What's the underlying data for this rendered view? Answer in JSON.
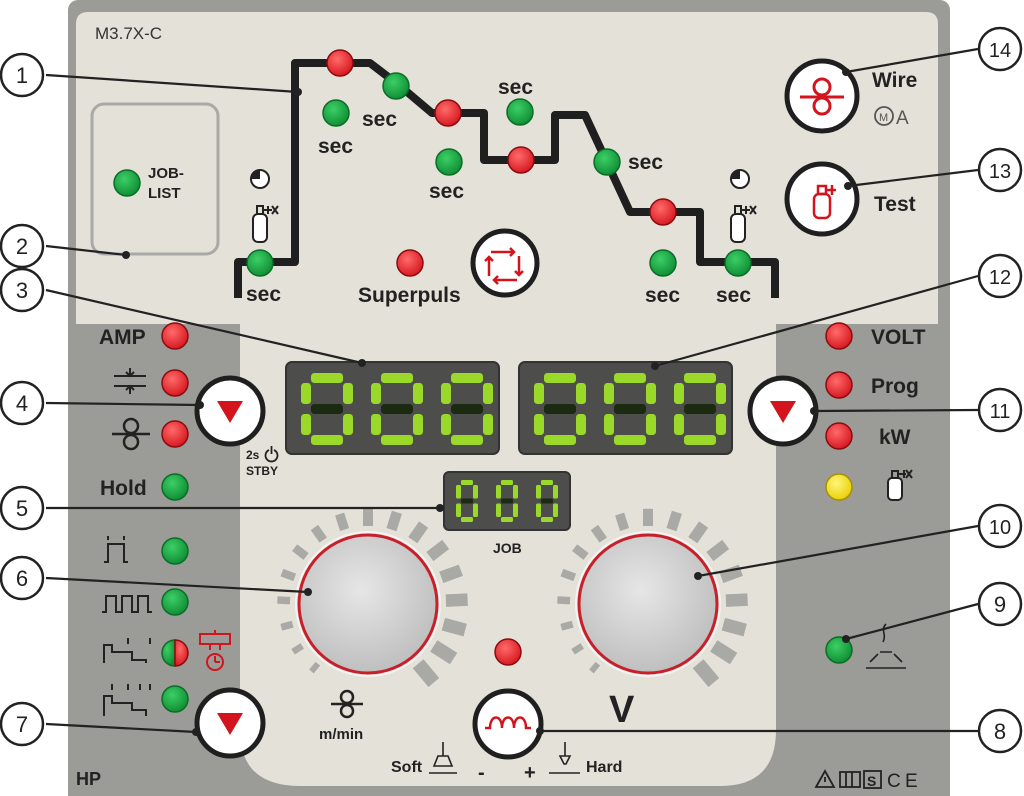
{
  "model": "M3.7X-C",
  "job_list_label_1": "JOB-",
  "job_list_label_2": "LIST",
  "sec": "sec",
  "superpuls": "Superpuls",
  "wire": "Wire",
  "test": "Test",
  "amp": "AMP",
  "hold": "Hold",
  "volt": "VOLT",
  "prog": "Prog",
  "kw": "kW",
  "stby_2s": "2s",
  "stby": "STBY",
  "job": "JOB",
  "display_left": "000",
  "display_right": "000",
  "display_job": "000",
  "wire_speed_unit": "m/min",
  "volt_unit": "V",
  "soft": "Soft",
  "hard": "Hard",
  "minus": "-",
  "plus": "+",
  "hp": "HP",
  "callouts": [
    "1",
    "2",
    "3",
    "4",
    "5",
    "6",
    "7",
    "8",
    "9",
    "10",
    "11",
    "12",
    "13",
    "14"
  ],
  "colors": {
    "red": "#e8242c",
    "green": "#139a3c",
    "yellow": "#f5e11a",
    "panel": "#e4e1d8",
    "gray": "#9b9b97",
    "knob_ring": "#c8202a",
    "seg_on": "#9ad92a"
  }
}
